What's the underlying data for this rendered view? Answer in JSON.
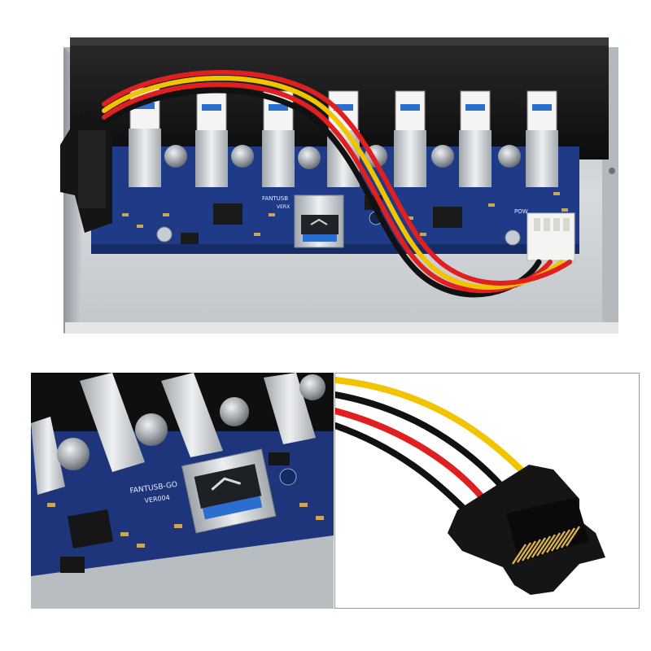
{
  "product_photo": {
    "pcb_labels": {
      "controller_top": "FANTUSB",
      "version_top": "VERX",
      "controller_detail": "FANTUSB-GO",
      "version_detail": "VER004",
      "power_label": "POW"
    }
  },
  "colors": {
    "pcb_blue": "#1f3a86",
    "bracket_gray": "#c9cdd2",
    "usb_blue": "#2a6fd0",
    "wire_red": "#e02020",
    "wire_yellow": "#f2c400",
    "wire_black": "#111111",
    "sata_black": "#151515",
    "molex_white": "#f4f4f2",
    "contact_gold": "#d8b24a"
  },
  "icons": [
    "usb-port-icon",
    "capacitor-icon",
    "chip-icon",
    "sata-connector-icon",
    "molex-connector-icon"
  ]
}
